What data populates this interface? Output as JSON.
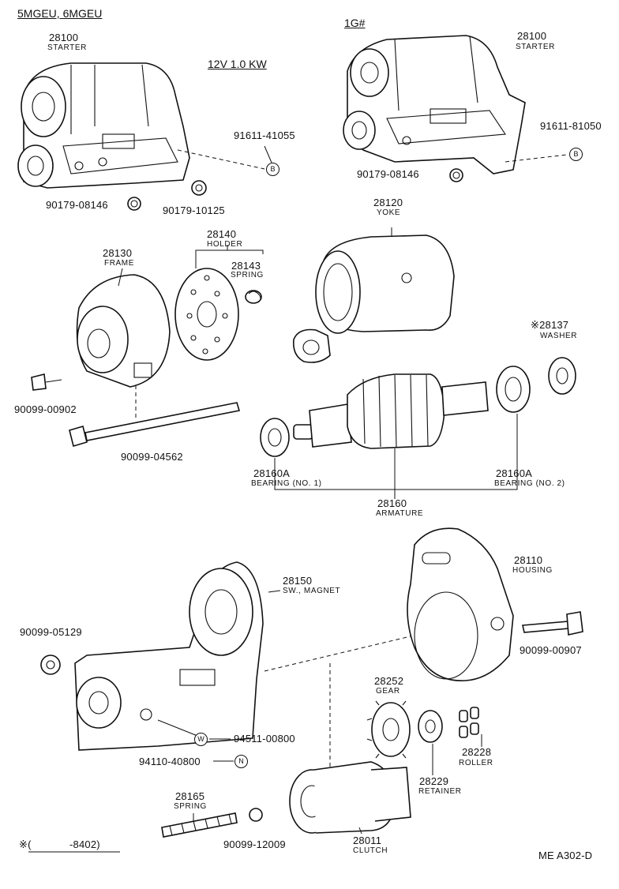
{
  "headers": {
    "left_models": "5MGEU, 6MGEU",
    "right_models": "1G#",
    "spec": "12V 1.0 KW",
    "footnote_mark": "※(",
    "footnote_range": "-8402)",
    "diagram_code": "ME A302-D"
  },
  "parts": {
    "starter_left": {
      "num": "28100",
      "name": "STARTER"
    },
    "starter_right": {
      "num": "28100",
      "name": "STARTER"
    },
    "bolt_left": {
      "num": "91611-41055",
      "mark": "B"
    },
    "bolt_right": {
      "num": "91611-81050",
      "mark": "B"
    },
    "nut_left_a": {
      "num": "90179-08146"
    },
    "nut_left_b": {
      "num": "90179-10125"
    },
    "nut_right": {
      "num": "90179-08146"
    },
    "yoke": {
      "num": "28120",
      "name": "YOKE"
    },
    "holder": {
      "num": "28140",
      "name": "HOLDER"
    },
    "frame": {
      "num": "28130",
      "name": "FRAME"
    },
    "spring_brush": {
      "num": "28143",
      "name": "SPRING"
    },
    "washer": {
      "num": "※28137",
      "name": "WASHER"
    },
    "screw_frame": {
      "num": "90099-00902"
    },
    "through_bolt": {
      "num": "90099-04562"
    },
    "bearing_1": {
      "num": "28160A",
      "name": "BEARING (NO. 1)"
    },
    "bearing_2": {
      "num": "28160A",
      "name": "BEARING (NO. 2)"
    },
    "armature": {
      "num": "28160",
      "name": "ARMATURE"
    },
    "housing": {
      "num": "28110",
      "name": "HOUSING"
    },
    "magnet_switch": {
      "num": "28150",
      "name": "SW., MAGNET"
    },
    "nut_magnet": {
      "num": "90099-05129"
    },
    "bolt_housing": {
      "num": "90099-00907"
    },
    "gear": {
      "num": "28252",
      "name": "GEAR"
    },
    "nut_w": {
      "num": "94511-00800",
      "mark": "W"
    },
    "nut_n": {
      "num": "94110-40800",
      "mark": "N"
    },
    "roller": {
      "num": "28228",
      "name": "ROLLER"
    },
    "retainer": {
      "num": "28229",
      "name": "RETAINER"
    },
    "spring_clutch": {
      "num": "28165",
      "name": "SPRING"
    },
    "ball": {
      "num": "90099-12009"
    },
    "clutch": {
      "num": "28011",
      "name": "CLUTCH"
    }
  }
}
